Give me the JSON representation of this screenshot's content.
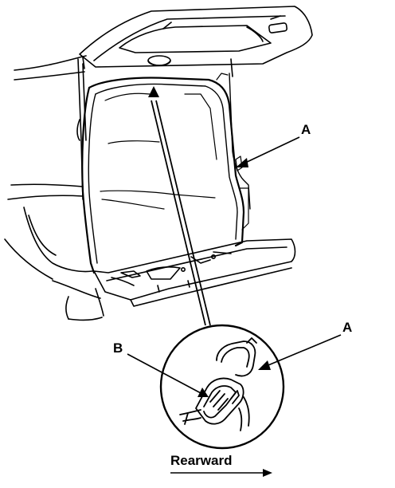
{
  "callouts": {
    "seal_label": "A",
    "seal_label_detail": "A",
    "clip_label": "B"
  },
  "direction": {
    "label": "Rearward"
  },
  "colors": {
    "ink": "#000000",
    "background": "#ffffff"
  }
}
